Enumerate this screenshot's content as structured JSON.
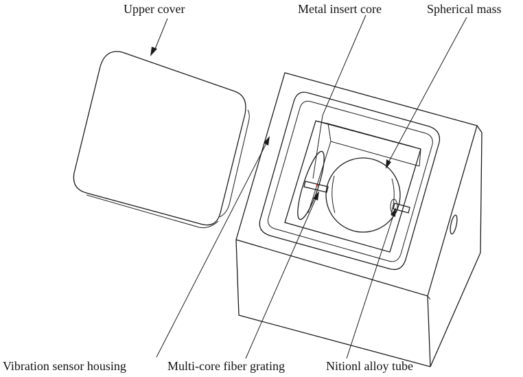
{
  "labels": {
    "upper_cover": "Upper cover",
    "metal_insert_core": "Metal insert core",
    "spherical_mass": "Spherical mass",
    "vibration_sensor_housing": "Vibration sensor housing",
    "multi_core_fiber_grating": "Multi-core fiber grating",
    "nitinol_alloy_tube": "Nitionl alloy tube"
  },
  "colors": {
    "line": "#1a1a1a",
    "grating_mark": "#d03030",
    "background": "#ffffff"
  }
}
